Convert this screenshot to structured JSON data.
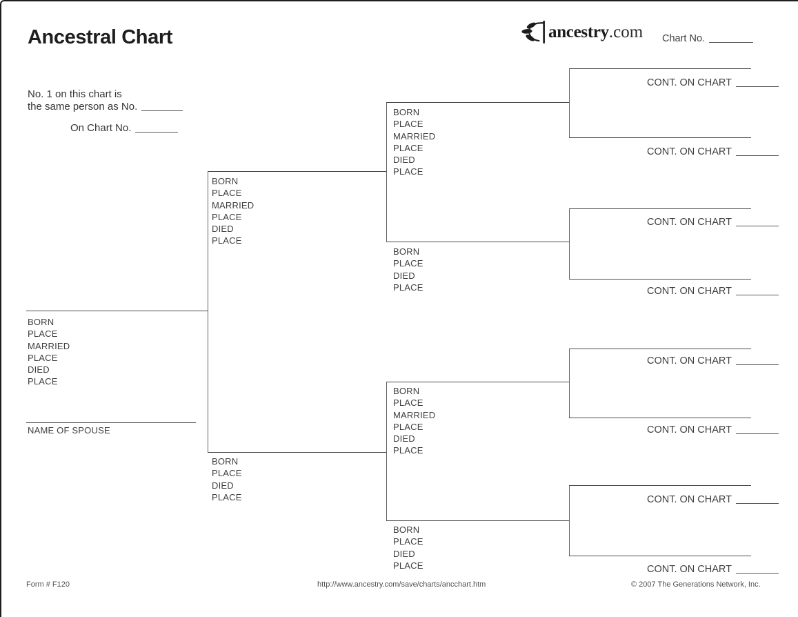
{
  "header": {
    "title": "Ancestral Chart",
    "logo": {
      "icon": "ancestry-leaf-icon",
      "brand": "ancestry",
      "tld": ".com"
    },
    "chart_no_label": "Chart No."
  },
  "reference_note": {
    "line1": "No. 1 on this chart is",
    "line2": "the same person as No.",
    "line3": "On Chart No."
  },
  "person1": {
    "fields": [
      "BORN",
      "PLACE",
      "MARRIED",
      "PLACE",
      "DIED",
      "PLACE"
    ],
    "spouse_label": "NAME OF SPOUSE"
  },
  "father": {
    "fields": [
      "BORN",
      "PLACE",
      "MARRIED",
      "PLACE",
      "DIED",
      "PLACE"
    ]
  },
  "mother": {
    "fields": [
      "BORN",
      "PLACE",
      "DIED",
      "PLACE"
    ]
  },
  "paternal_grandfather": {
    "fields": [
      "BORN",
      "PLACE",
      "MARRIED",
      "PLACE",
      "DIED",
      "PLACE"
    ]
  },
  "paternal_grandmother": {
    "fields": [
      "BORN",
      "PLACE",
      "DIED",
      "PLACE"
    ]
  },
  "maternal_grandfather": {
    "fields": [
      "BORN",
      "PLACE",
      "MARRIED",
      "PLACE",
      "DIED",
      "PLACE"
    ]
  },
  "maternal_grandmother": {
    "fields": [
      "BORN",
      "PLACE",
      "DIED",
      "PLACE"
    ]
  },
  "great_grandparents": [
    {
      "cont_label": "CONT. ON CHART"
    },
    {
      "cont_label": "CONT. ON CHART"
    },
    {
      "cont_label": "CONT. ON CHART"
    },
    {
      "cont_label": "CONT. ON CHART"
    },
    {
      "cont_label": "CONT. ON CHART"
    },
    {
      "cont_label": "CONT. ON CHART"
    },
    {
      "cont_label": "CONT. ON CHART"
    },
    {
      "cont_label": "CONT. ON CHART"
    }
  ],
  "footer": {
    "form_number": "Form # F120",
    "url": "http://www.ancestry.com/save/charts/ancchart.htm",
    "copyright": "© 2007 The Generations Network, Inc."
  },
  "colors": {
    "line": "#48494b",
    "label_text": "#3d3e40",
    "title_text": "#1e1e1e"
  }
}
